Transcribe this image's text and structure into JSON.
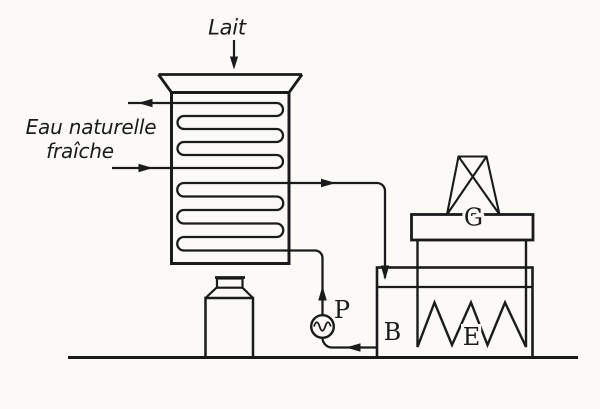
{
  "labels": {
    "milk": "Lait",
    "fresh_water_line1": "Eau naturelle",
    "fresh_water_line2": "fraîche",
    "pump": "P",
    "brine_tank": "B",
    "evaporator": "E",
    "refrigeration_unit": "G"
  },
  "colors": {
    "ink": "#1b1b1b",
    "paper": "#fbfaf7"
  }
}
